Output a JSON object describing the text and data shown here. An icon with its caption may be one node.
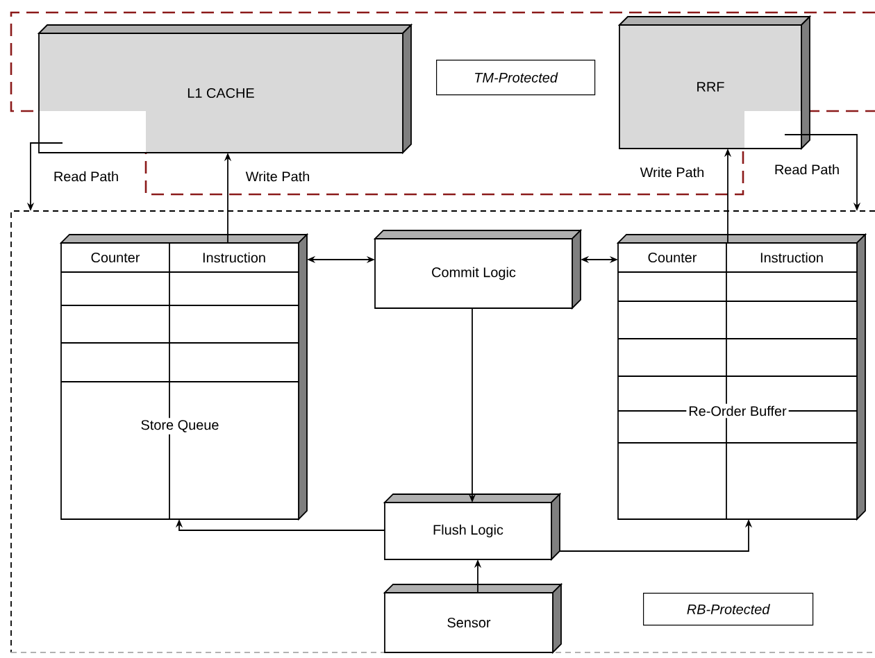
{
  "diagram": {
    "nodes": [
      {
        "text": [
          "TM-Protected"
        ]
      },
      {
        "text": [
          "L1 CACHE"
        ]
      },
      {
        "text": [
          "RRF"
        ]
      },
      {
        "text": [
          "RB-Protected"
        ]
      },
      {
        "text": [
          "Counter",
          "Instruction",
          "Store Queue"
        ],
        "in": 3
      },
      {
        "text": [
          "Commit Logic"
        ],
        "in": 3
      },
      {
        "text": [
          "Counter",
          "Instruction",
          "Re-Order Buffer"
        ],
        "in": 3
      },
      {
        "text": [
          "Flush Logic"
        ],
        "in": 3
      },
      {
        "text": [
          "Sensor"
        ],
        "in": 3
      }
    ],
    "edges": [
      {
        "from": 1,
        "to": 3,
        "arrow": "to",
        "label": "Read Path"
      },
      {
        "from": 4,
        "to": 1,
        "arrow": "to",
        "label": "Write Path"
      },
      {
        "from": 6,
        "to": 2,
        "arrow": "to",
        "label": "Write Path"
      },
      {
        "from": 2,
        "to": 3,
        "arrow": "to",
        "label": "Read Path"
      },
      {
        "from": 4,
        "to": 5,
        "arrow": "both"
      },
      {
        "from": 5,
        "to": 6,
        "arrow": "both"
      },
      {
        "from": 5,
        "to": 7,
        "arrow": "to"
      },
      {
        "from": 7,
        "to": 4,
        "arrow": "to"
      },
      {
        "from": 7,
        "to": 6,
        "arrow": "to"
      },
      {
        "from": 8,
        "to": 7,
        "arrow": "to"
      }
    ]
  }
}
